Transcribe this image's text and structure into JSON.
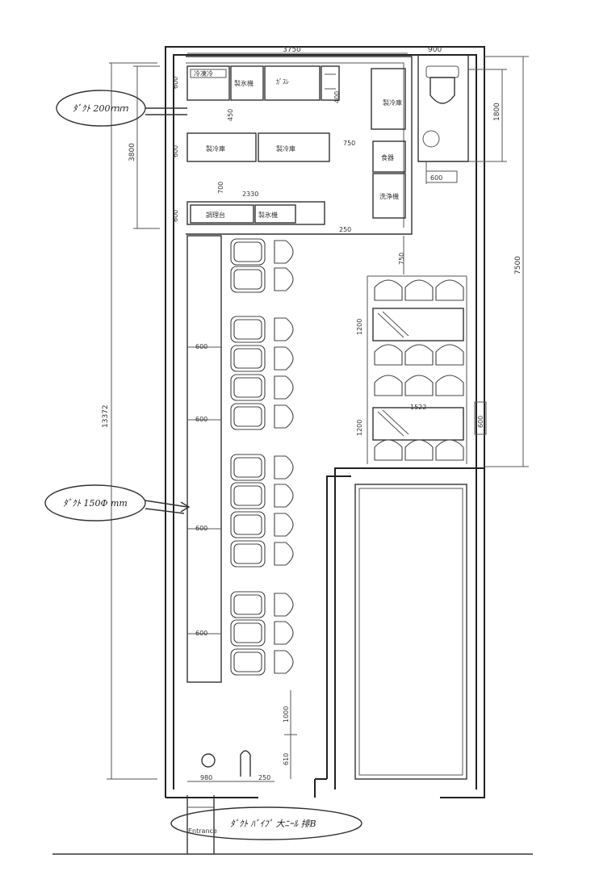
{
  "dimensions": {
    "top_kitchen_width": "3750",
    "top_toilet_width": "900",
    "toilet_height": "1800",
    "overall_height": "13372",
    "kitchen_height": "3800",
    "right_area_height": "7500",
    "shelf_600": "600",
    "side_600_a": "600",
    "side_600_b": "600",
    "side_450": "450",
    "width_2330": "2330",
    "gap_700": "700",
    "gap_750": "750",
    "gap_750_b": "750",
    "gap_250": "250",
    "gap_400": "400",
    "door_600": "600",
    "booth_1200_a": "1200",
    "booth_1200_b": "1200",
    "booth_1522": "1522",
    "booth_600": "600",
    "counter_seg_1": "600",
    "counter_seg_2": "600",
    "counter_seg_3": "600",
    "counter_seg_4": "600",
    "entry_1000": "1000",
    "entry_610": "610",
    "bottom_980": "980",
    "bottom_250": "250"
  },
  "equipment": {
    "item_top_1": "冷凍冷",
    "item_top_2": "製氷機",
    "item_top_3": "ｶﾞｽﾚ",
    "item_mid_1": "製冷庫",
    "item_mid_2": "製冷庫",
    "item_low_1": "調理台",
    "item_low_2": "製氷機",
    "item_right_1": "製冷庫",
    "item_right_2": "食器",
    "item_right_3": "洗浄機"
  },
  "annotations": {
    "top_left_note": "ﾀﾞｸﾄ 200ｍｍ",
    "middle_left_note": "ﾀﾞｸﾄ 150Φ mm",
    "bottom_note": "ﾀﾞｸﾄ ﾊﾟｲﾌﾟ 大ﾆｰﾙ 排B",
    "entrance_label": "Entrance"
  }
}
